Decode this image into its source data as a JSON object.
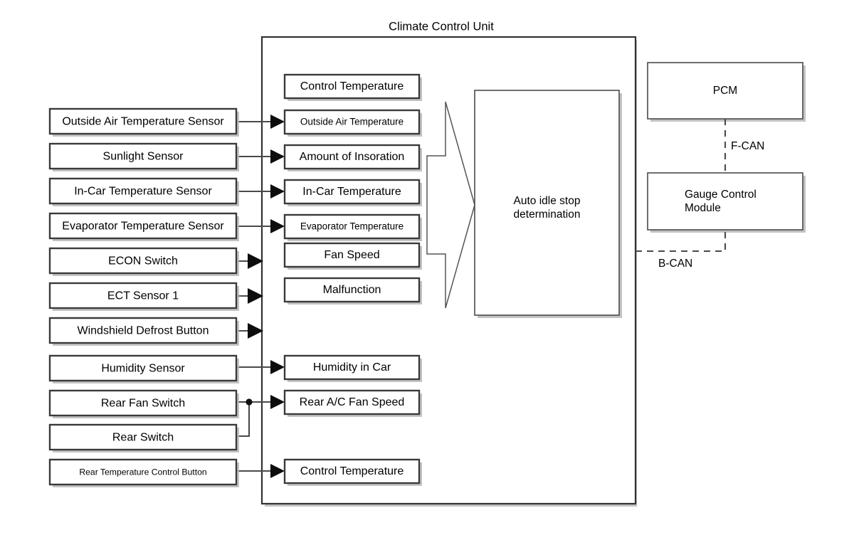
{
  "diagram": {
    "title": "Climate Control Unit",
    "unit_boundary_label": "Climate Control Unit"
  },
  "inputs": [
    {
      "label": "Outside Air Temperature Sensor",
      "size": "normal"
    },
    {
      "label": "Sunlight Sensor",
      "size": "normal"
    },
    {
      "label": "In-Car Temperature Sensor",
      "size": "normal"
    },
    {
      "label": "Evaporator Temperature Sensor",
      "size": "normal"
    },
    {
      "label": "ECON Switch",
      "size": "normal"
    },
    {
      "label": "ECT Sensor 1",
      "size": "normal"
    },
    {
      "label": "Windshield Defrost Button",
      "size": "normal"
    },
    {
      "label": "Humidity Sensor",
      "size": "normal"
    },
    {
      "label": "Rear Fan Switch",
      "size": "normal"
    },
    {
      "label": "Rear Switch",
      "size": "normal"
    },
    {
      "label": "Rear Temperature Control Button",
      "size": "small"
    }
  ],
  "signals": [
    {
      "label": "Control Temperature",
      "size": "normal"
    },
    {
      "label": "Outside Air Temperature",
      "size": "small"
    },
    {
      "label": "Amount of Insoration",
      "size": "normal"
    },
    {
      "label": "In-Car Temperature",
      "size": "normal"
    },
    {
      "label": "Evaporator Temperature",
      "size": "small"
    },
    {
      "label": "Fan Speed",
      "size": "normal"
    },
    {
      "label": "Malfunction",
      "size": "normal"
    },
    {
      "label": "Humidity in Car",
      "size": "normal"
    },
    {
      "label": "Rear A/C Fan Speed",
      "size": "normal"
    },
    {
      "label": "Control Temperature",
      "size": "normal"
    }
  ],
  "processor": {
    "line1": "Auto idle stop",
    "line2": "determination"
  },
  "modules": [
    {
      "name": "PCM",
      "lines": [
        "PCM"
      ],
      "align": "center"
    },
    {
      "name": "Gauge Control Module",
      "lines": [
        "Gauge Control",
        "Module"
      ],
      "align": "left"
    }
  ],
  "buses": [
    {
      "label": "F-CAN"
    },
    {
      "label": "B-CAN"
    }
  ],
  "colors": {
    "stroke_dark": "#333333",
    "stroke_box": "#3a3a3a",
    "stroke_thin": "#4a4a4a",
    "arrow_fill": "#0d0d0d",
    "background": "#ffffff",
    "shadow": "#b9b9b9"
  }
}
